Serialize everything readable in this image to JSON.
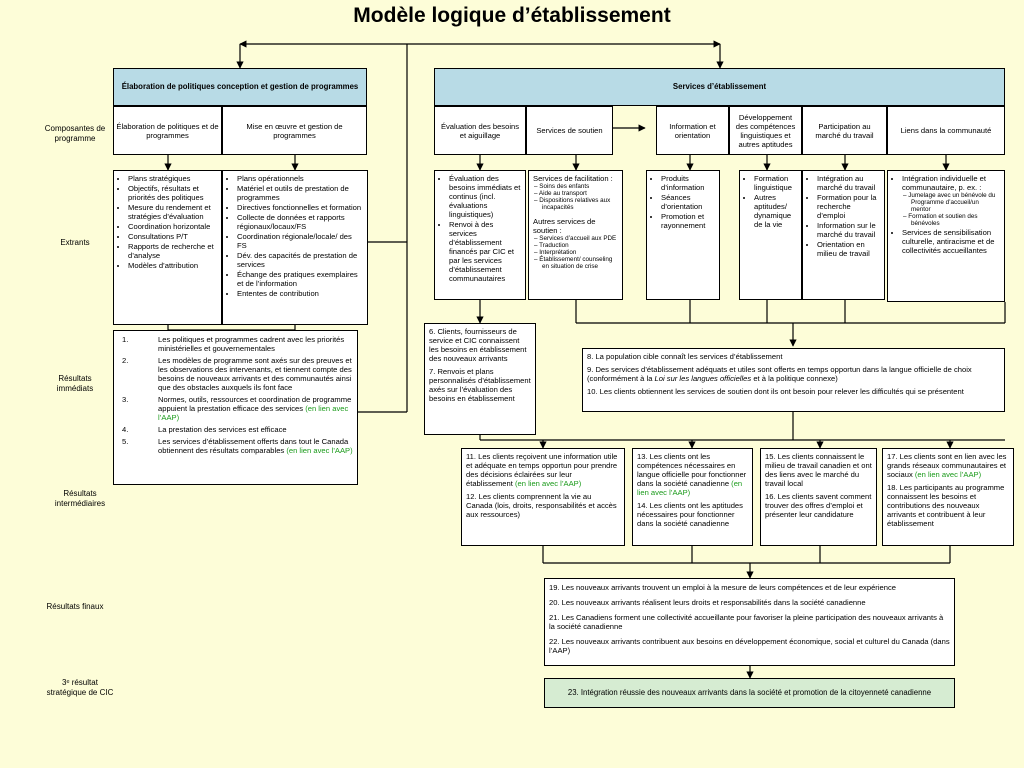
{
  "title": "Modèle logique d’établissement",
  "row_labels": {
    "composantes": "Composantes de programme",
    "extrants": "Extrants",
    "immediats": "Résultats immédiats",
    "intermediaires": "Résultats intermédiaires",
    "finaux": "Résultats finaux",
    "strategique": "3ᵉ résultat stratégique de CIC"
  },
  "left": {
    "header": "Élaboration de politiques conception et gestion de programmes",
    "sub1": "Élaboration de politiques et de programmes",
    "sub2": "Mise en œuvre et gestion de programmes",
    "out1": [
      "Plans stratégiques",
      "Objectifs, résultats et priorités des politiques",
      "Mesure du rendement et stratégies d’évaluation",
      "Coordination horizontale",
      "Consultations P/T",
      "Rapports de recherche et d’analyse",
      "Modèles d’attribution"
    ],
    "out2": [
      "Plans opérationnels",
      "Matériel et outils de prestation de programmes",
      "Directives fonctionnelles et formation",
      "Collecte de données et rapports régionaux/locaux/FS",
      "Coordination régionale/locale/ des FS",
      "Dév. des capacités de prestation de services",
      "Échange des pratiques exemplaires et de l’information",
      "Ententes de contribution"
    ],
    "results": [
      {
        "n": "1.",
        "t": "Les politiques et programmes cadrent avec les priorités ministérielles et gouvernementales",
        "g": ""
      },
      {
        "n": "2.",
        "t": "Les modèles de programme sont axés sur des preuves et les observations des intervenants, et tiennent compte des besoins de nouveaux arrivants et des communautés ainsi que des obstacles auxquels ils font face",
        "g": ""
      },
      {
        "n": "3.",
        "t": "Normes, outils, ressources et coordination de programme appuient la prestation efficace des services",
        "g": "(en lien avec l’AAP)"
      },
      {
        "n": "4.",
        "t": "La prestation des services est efficace",
        "g": ""
      },
      {
        "n": "5.",
        "t": "Les services d’établissement offerts dans tout le Canada obtiennent des résultats comparables",
        "g": "(en lien avec l’AAP)"
      }
    ]
  },
  "right": {
    "header": "Services d’établissement",
    "subs": [
      "Évaluation des besoins et aiguillage",
      "Services de soutien",
      "Information et orientation",
      "Développement des compétences linguistiques et autres aptitudes",
      "Participation au marché du travail",
      "Liens dans la communauté"
    ],
    "out_eval": [
      "Évaluation des besoins immédiats et continus (incl. évaluations linguistiques)",
      "Renvoi à des services d’établissement financés par CIC et par les services d’établissement communautaires"
    ],
    "out_soutien": {
      "h1": "Services de facilitation :",
      "l1": [
        "Soins des enfants",
        "Aide au transport",
        "Dispositions relatives aux incapacités"
      ],
      "h2": "Autres services de soutien :",
      "l2": [
        "Services d’accueil aux PDE",
        "Traduction",
        "Interprétation",
        "Établissement/ counseling en situation de crise"
      ]
    },
    "out_info": [
      "Produits d’information",
      "Séances d’orientation",
      "Promotion et rayonnement"
    ],
    "out_lang": [
      "Formation linguistique",
      "Autres aptitudes/ dynamique de la vie"
    ],
    "out_march": [
      "Intégration au marché du travail",
      "Formation pour la recherche d’emploi",
      "Information sur le marché du travail",
      "Orientation en milieu de travail"
    ],
    "out_liens": {
      "a": "Intégration individuelle et communautaire, p. ex. :",
      "l": [
        "Jumelage avec un bénévole du Programme d’accueil/un mentor",
        "Formation et soutien des bénévoles"
      ],
      "b": "Services de sensibilisation culturelle, antiracisme et de collectivités accueillantes"
    }
  },
  "imm_mid": {
    "r6": "6. Clients, fournisseurs de service et CIC connaissent les besoins en établissement des nouveaux arrivants",
    "r7": "7. Renvois et plans personnalisés d’établissement axés sur l’évaluation des besoins en établissement"
  },
  "imm_right": {
    "r8": "8. La population cible connaît les services d’établissement",
    "r9a": "9. Des services d’établissement adéquats et utiles sont offerts en temps opportun dans la langue officielle de choix (conformément à la ",
    "r9i": "Loi sur les langues officielles",
    "r9b": " et à la politique connexe)",
    "r10": "10. Les clients obtiennent les services de soutien dont ils ont besoin pour relever les difficultés qui se présentent"
  },
  "inter": {
    "b1": {
      "r11": "11. Les clients reçoivent une information utile et adéquate en temps opportun pour prendre des décisions éclairées sur leur établissement",
      "r11g": "(en lien avec l’AAP)",
      "r12": "12. Les clients comprennent la vie au Canada (lois, droits, responsabilités et accès aux ressources)"
    },
    "b2": {
      "r13": "13. Les clients ont les compétences nécessaires en langue officielle pour fonctionner dans la société canadienne",
      "r13g": "(en lien avec l’AAP)",
      "r14": "14. Les clients ont les aptitudes nécessaires pour fonctionner dans la société canadienne"
    },
    "b3": {
      "r15": "15. Les clients connaissent le milieu de travail canadien et ont des liens avec le marché du travail local",
      "r16": "16. Les clients savent comment trouver des offres d’emploi et présenter leur candidature"
    },
    "b4": {
      "r17": "17. Les clients sont en lien avec les grands réseaux communautaires et sociaux",
      "r17g": "(en lien avec l’AAP)",
      "r18": "18. Les participants au programme connaissent les besoins et contributions des nouveaux arrivants et contribuent à leur établissement"
    }
  },
  "finaux": [
    "19. Les nouveaux arrivants trouvent un emploi à la mesure de leurs compétences et de leur expérience",
    "20. Les nouveaux arrivants réalisent leurs droits et responsabilités dans la société canadienne",
    "21. Les Canadiens forment une collectivité accueillante pour favoriser la pleine participation des nouveaux arrivants à la société canadienne",
    "22. Les nouveaux arrivants contribuent aux besoins en développement économique, social et culturel du Canada (dans l’AAP)"
  ],
  "strategique": "23. Intégration réussie des nouveaux arrivants dans la société et promotion de la citoyenneté canadienne",
  "colors": {
    "background": "#fdfdd8",
    "header": "#b8dbe6",
    "strategic": "#d6ecd2",
    "green_text": "#1a9a1a"
  }
}
